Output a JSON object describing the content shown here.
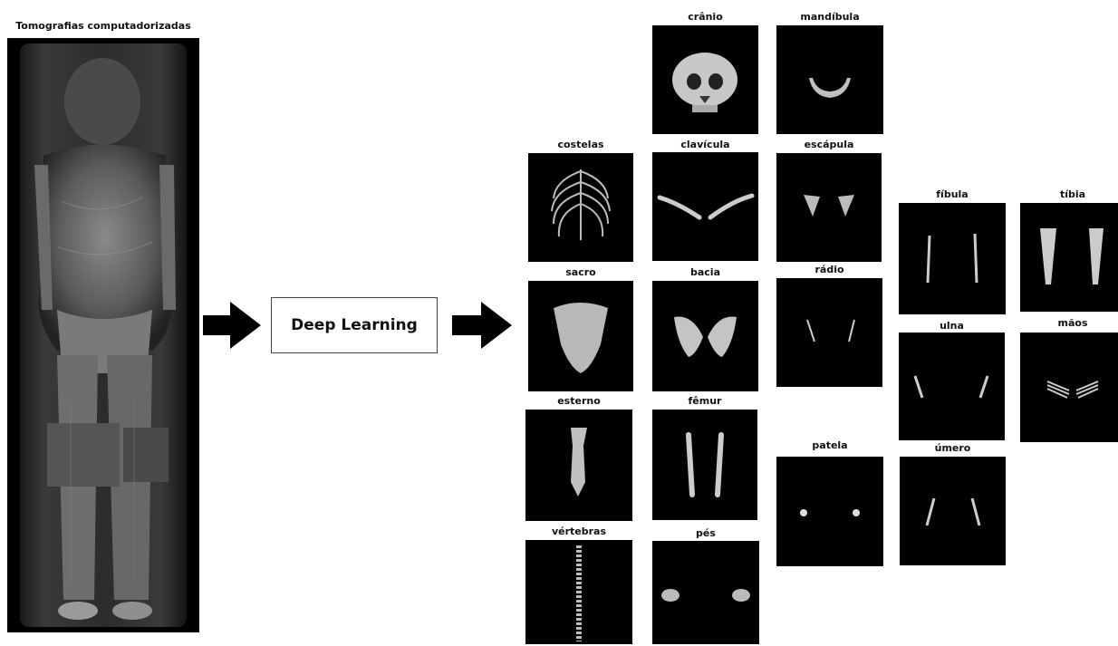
{
  "ct": {
    "title": "Tomografias computadorizadas"
  },
  "process": {
    "label": "Deep Learning"
  },
  "bones": {
    "cranio": "crânio",
    "mandibula": "mandíbula",
    "costelas": "costelas",
    "clavicula": "clavícula",
    "escapula": "escápula",
    "fibula": "fíbula",
    "tibia": "tíbia",
    "sacro": "sacro",
    "bacia": "bacia",
    "radio": "rádio",
    "ulna": "ulna",
    "maos": "mãos",
    "esterno": "esterno",
    "femur": "fêmur",
    "patela": "patela",
    "umero": "úmero",
    "vertebras": "vértebras",
    "pes": "pés"
  }
}
